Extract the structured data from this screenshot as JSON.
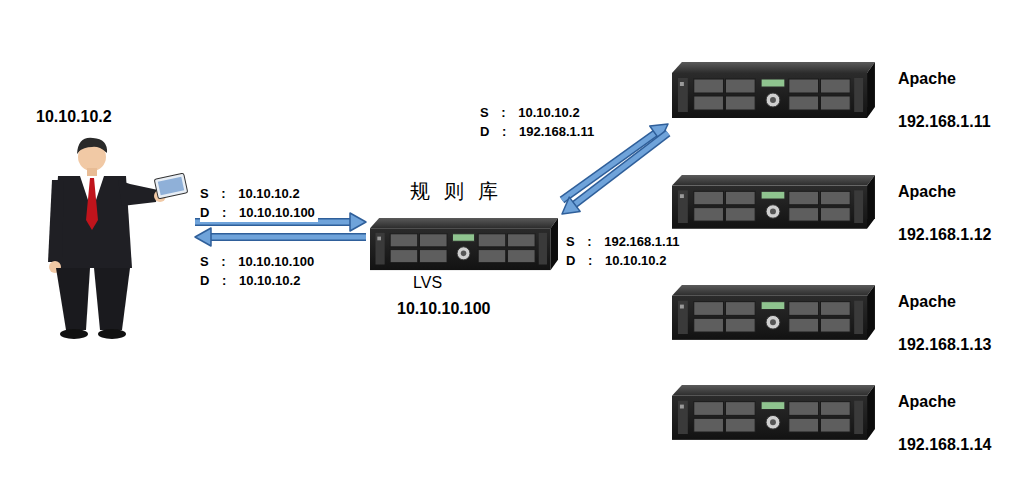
{
  "diagram": {
    "nodes": [
      {
        "text": [
          "10.10.10.2"
        ]
      },
      {
        "text": [
          "规则库",
          "LVS",
          "10.10.10.100"
        ]
      },
      {
        "text": [
          "Apache",
          "192.168.1.11"
        ]
      },
      {
        "text": [
          "Apache",
          "192.168.1.12"
        ]
      },
      {
        "text": [
          "Apache",
          "192.168.1.13"
        ]
      },
      {
        "text": [
          "Apache",
          "192.168.1.14"
        ]
      }
    ],
    "edges": [
      {
        "from": 0,
        "to": 1,
        "arrow": "to",
        "label": "S : 10.10.10.2 D : 10.10.10.100"
      },
      {
        "from": 1,
        "to": 0,
        "arrow": "to",
        "label": "S : 10.10.10.100 D : 10.10.10.2"
      },
      {
        "from": 1,
        "to": 2,
        "arrow": "to",
        "label": "S : 10.10.10.2 D : 192.168.1.11"
      },
      {
        "from": 2,
        "to": 1,
        "arrow": "to",
        "label": "S : 192.168.1.11 D : 10.10.10.2"
      }
    ]
  }
}
